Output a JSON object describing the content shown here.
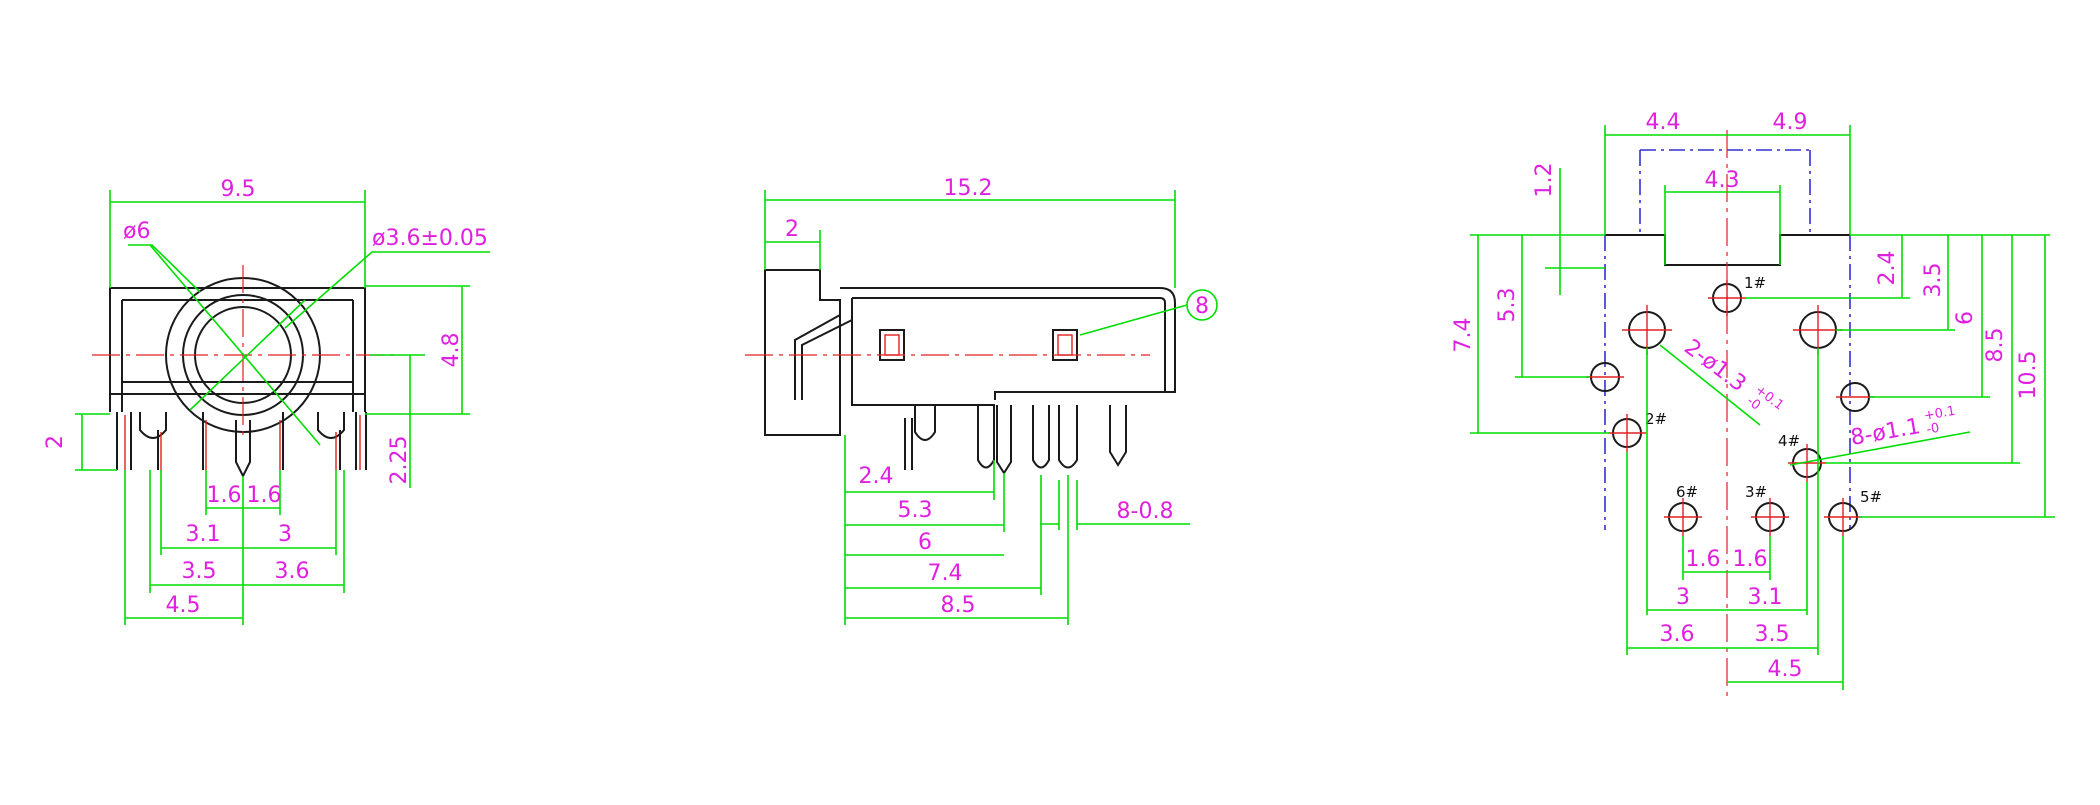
{
  "colors": {
    "outline": "#1a1a1a",
    "dimension": "#00dd00",
    "centerline": "#e02020",
    "label": "#e020e0",
    "hidden_line": "#3030d0"
  },
  "front_view": {
    "width": "9.5",
    "body_dia": "ø6",
    "hole_dia": "ø3.6±0.05",
    "height_top": "4.8",
    "pin_len": "2",
    "pin_h": "2.25",
    "p1": "1.6",
    "p2": "1.6",
    "p3": "3.1",
    "p4": "3",
    "p5": "3.5",
    "p6": "3.6",
    "p7": "4.5"
  },
  "side_view": {
    "length": "15.2",
    "flange": "2",
    "callout": "8",
    "d1": "2.4",
    "d2": "5.3",
    "d3": "6",
    "d4": "7.4",
    "d5": "8.5",
    "pins": "8-0.8"
  },
  "pcb_view": {
    "left": "4.4",
    "right": "4.9",
    "slot": "4.3",
    "v1": "1.2",
    "v2": "5.3",
    "v3": "7.4",
    "r1": "2.4",
    "r2": "3.5",
    "r3": "6",
    "r4": "8.5",
    "r5": "10.5",
    "hole_big": "2-ø1.3",
    "hole_big_tol_up": "+0.1",
    "hole_big_tol_dn": "-0",
    "hole_small": "8-ø1.1",
    "hole_small_tol_up": "+0.1",
    "hole_small_tol_dn": "-0",
    "pin1": "1#",
    "pin2": "2#",
    "pin3": "3#",
    "pin4": "4#",
    "pin5": "5#",
    "pin6": "6#",
    "b1": "1.6",
    "b2": "1.6",
    "b3": "3",
    "b4": "3.1",
    "b5": "3.6",
    "b6": "3.5",
    "b7": "4.5"
  }
}
